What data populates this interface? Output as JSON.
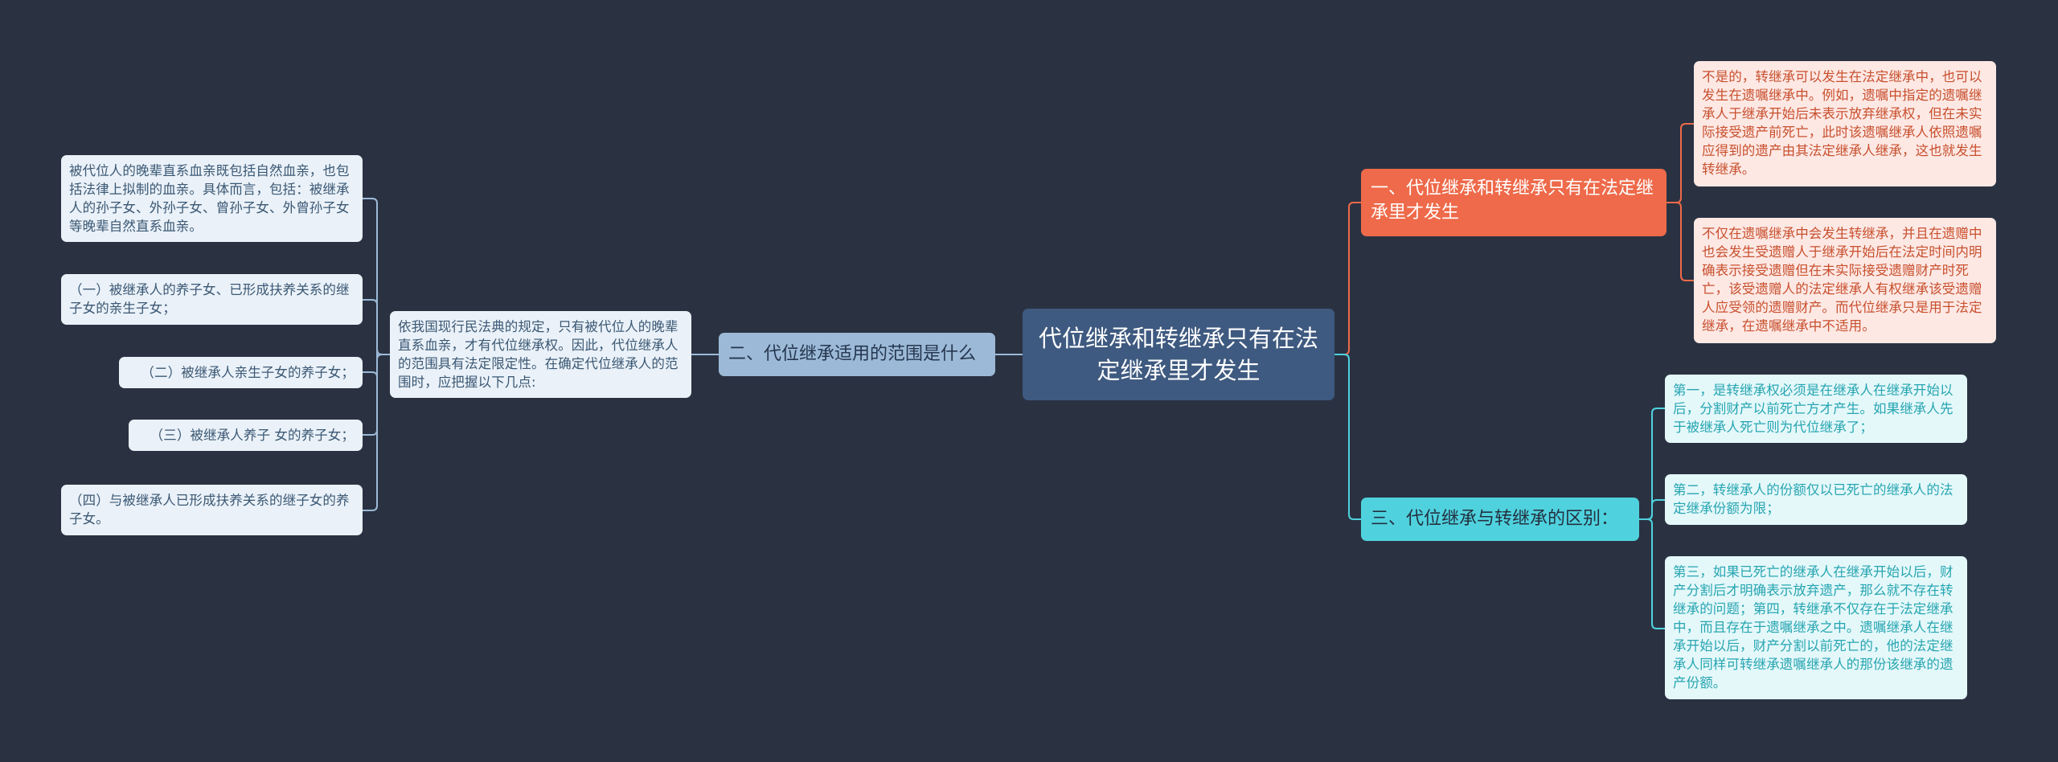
{
  "root": {
    "title": "代位继承和转继承只有在法定继承里才发生"
  },
  "branches": {
    "b1": {
      "label": "一、代位继承和转继承只有在法定继承里才发生",
      "leaves": [
        "不是的，转继承可以发生在法定继承中，也可以发生在遗嘱继承中。例如，遗嘱中指定的遗嘱继承人于继承开始后未表示放弃继承权，但在未实际接受遗产前死亡，此时该遗嘱继承人依照遗嘱应得到的遗产由其法定继承人继承，这也就发生转继承。",
        "不仅在遗嘱继承中会发生转继承，并且在遗赠中也会发生受遗赠人于继承开始后在法定时间内明确表示接受遗赠但在未实际接受遗赠财产时死亡，该受遗赠人的法定继承人有权继承该受遗赠人应受领的遗赠财产。而代位继承只是用于法定继承，在遗嘱继承中不适用。"
      ]
    },
    "b2": {
      "label": "二、代位继承适用的范围是什么",
      "middle": "依我国现行民法典的规定，只有被代位人的晚辈直系血亲，才有代位继承权。因此，代位继承人的范围具有法定限定性。在确定代位继承人的范围时，应把握以下几点:",
      "leaves": [
        "被代位人的晚辈直系血亲既包括自然血亲，也包括法律上拟制的血亲。具体而言，包括：被继承人的孙子女、外孙子女、曾孙子女、外曾孙子女等晚辈自然直系血亲。",
        "（一）被继承人的养子女、已形成扶养关系的继子女的亲生子女；",
        "（二）被继承人亲生子女的养子女；",
        "（三）被继承人养子 女的养子女；",
        "（四）与被继承人已形成扶养关系的继子女的养子女。"
      ]
    },
    "b3": {
      "label": "三、代位继承与转继承的区别：",
      "leaves": [
        "第一，是转继承权必须是在继承人在继承开始以后，分割财产以前死亡方才产生。如果继承人先于被继承人死亡则为代位继承了；",
        "第二，转继承人的份额仅以已死亡的继承人的法定继承份额为限；",
        "第三，如果已死亡的继承人在继承开始以后，财产分割后才明确表示放弃遗产，那么就不存在转继承的问题；第四，转继承不仅存在于法定继承中，而且存在于遗嘱继承之中。遗嘱继承人在继承开始以后，财产分割以前死亡的，他的法定继承人同样可转继承遗嘱继承人的那份该继承的遗产份额。"
      ]
    }
  },
  "colors": {
    "background": "#2a3242",
    "root": "#3f5a80",
    "branch1": "#ee6a4a",
    "branch2": "#9cbad7",
    "branch3": "#4fd2de"
  }
}
